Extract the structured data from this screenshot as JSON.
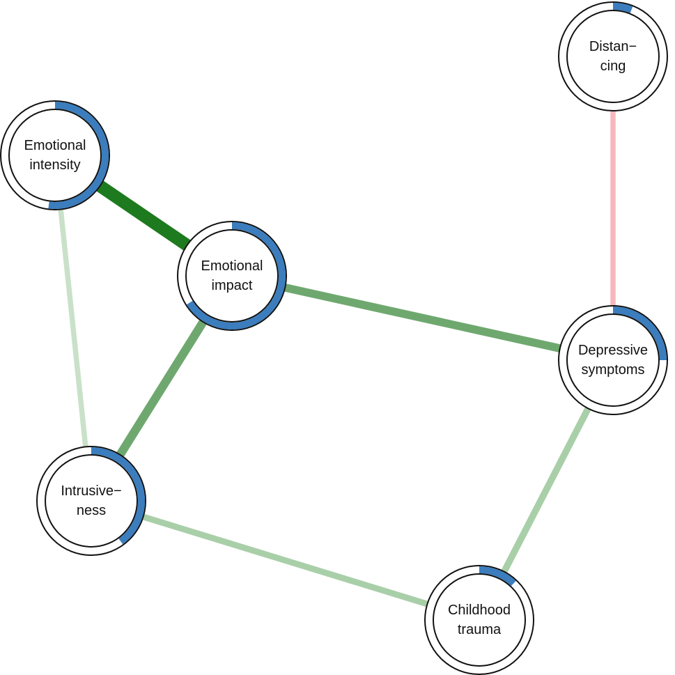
{
  "colors": {
    "positive_strong": "#1e7a1e",
    "positive_medium": "#6fa86f",
    "positive_light": "#a9cfa9",
    "positive_faint": "#c9e1c9",
    "negative": "#f6b8bd",
    "pie_fill": "#3b7dbd",
    "node_outline": "#111111"
  },
  "nodes": [
    {
      "id": "emotional_intensity",
      "label_lines": [
        "Emotional",
        "intensity"
      ],
      "pie_fraction": 0.52,
      "pie_start_fraction": 0.0
    },
    {
      "id": "emotional_impact",
      "label_lines": [
        "Emotional",
        "impact"
      ],
      "pie_fraction": 0.66,
      "pie_start_fraction": 0.0
    },
    {
      "id": "distancing",
      "label_lines": [
        "Distan−",
        "cing"
      ],
      "pie_fraction": 0.06,
      "pie_start_fraction": 0.0
    },
    {
      "id": "depressive_symptoms",
      "label_lines": [
        "Depressive",
        "symptoms"
      ],
      "pie_fraction": 0.25,
      "pie_start_fraction": 0.0
    },
    {
      "id": "intrusiveness",
      "label_lines": [
        "Intrusive−",
        "ness"
      ],
      "pie_fraction": 0.4,
      "pie_start_fraction": 0.0
    },
    {
      "id": "childhood_trauma",
      "label_lines": [
        "Childhood",
        "trauma"
      ],
      "pie_fraction": 0.12,
      "pie_start_fraction": 0.0
    }
  ],
  "edges": [
    {
      "from": "emotional_intensity",
      "to": "emotional_impact",
      "sign": "positive",
      "weight": 1.0,
      "color_key": "positive_strong"
    },
    {
      "from": "emotional_impact",
      "to": "depressive_symptoms",
      "sign": "positive",
      "weight": 0.55,
      "color_key": "positive_medium"
    },
    {
      "from": "emotional_impact",
      "to": "intrusiveness",
      "sign": "positive",
      "weight": 0.6,
      "color_key": "positive_medium"
    },
    {
      "from": "emotional_intensity",
      "to": "intrusiveness",
      "sign": "positive",
      "weight": 0.25,
      "color_key": "positive_faint"
    },
    {
      "from": "intrusiveness",
      "to": "childhood_trauma",
      "sign": "positive",
      "weight": 0.35,
      "color_key": "positive_light"
    },
    {
      "from": "depressive_symptoms",
      "to": "childhood_trauma",
      "sign": "positive",
      "weight": 0.4,
      "color_key": "positive_light"
    },
    {
      "from": "distancing",
      "to": "depressive_symptoms",
      "sign": "negative",
      "weight": 0.25,
      "color_key": "negative"
    }
  ]
}
